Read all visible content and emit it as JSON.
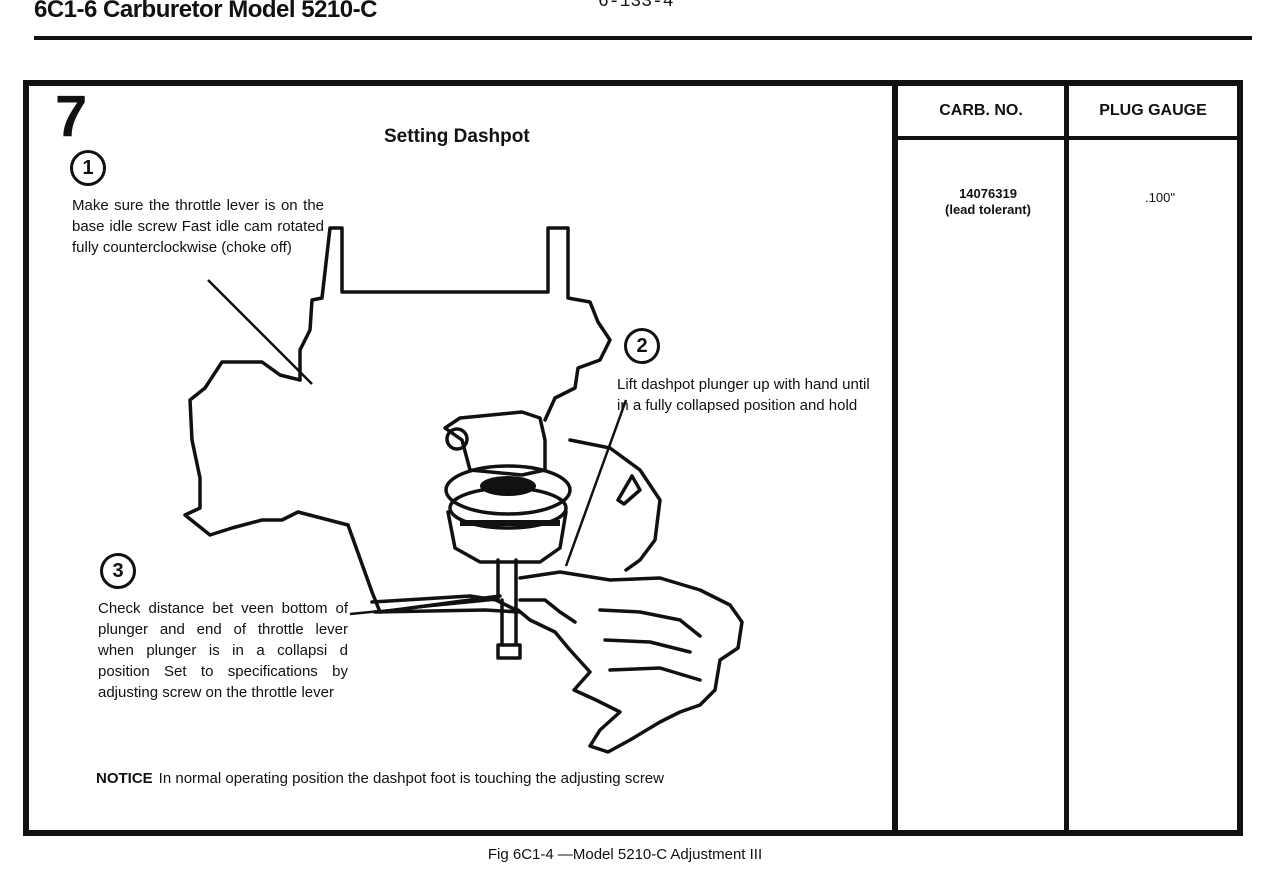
{
  "header": {
    "title": "6C1-6  Carburetor Model 5210-C",
    "page_ref": "6-133-4"
  },
  "panel": {
    "step_number": "7",
    "title": "Setting Dashpot",
    "callouts": [
      {
        "number": "1",
        "text": "Make sure the throttle lever is on the base idle screw Fast idle cam rotated fully counterclockwise (choke off)"
      },
      {
        "number": "2",
        "text": "Lift dashpot plunger up with hand until in a fully collapsed position and hold"
      },
      {
        "number": "3",
        "text": "Check distance bet veen bottom of plunger and end of throttle lever when plunger is in a collapsi d position Set to specifications by adjusting screw on the throttle lever"
      }
    ],
    "notice_label": "NOTICE",
    "notice_text": "In normal operating position the dashpot foot is touching the adjusting screw"
  },
  "spec_table": {
    "columns": [
      "CARB. NO.",
      "PLUG GAUGE"
    ],
    "rows": [
      {
        "carb_no": "14076319",
        "carb_note": "(lead tolerant)",
        "plug_gauge": ".100\""
      }
    ]
  },
  "caption": "Fig 6C1-4 —Model 5210-C Adjustment III"
}
